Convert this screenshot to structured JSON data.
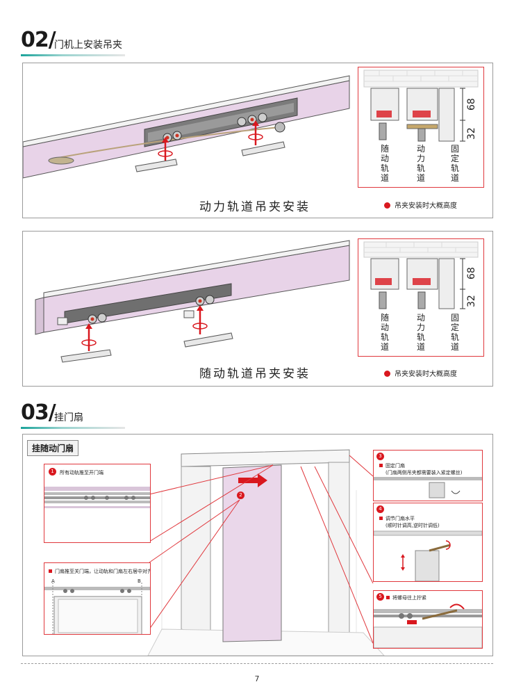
{
  "section2": {
    "number": "02/",
    "title": "门机上安装吊夹",
    "panel1": {
      "caption": "动力轨道吊夹安装",
      "dim_top": "68",
      "dim_bottom": "32",
      "labels": [
        "随动轨道",
        "动力轨道",
        "固定轨道"
      ],
      "legend": "吊夹安装时大概高度"
    },
    "panel2": {
      "caption": "随动轨道吊夹安装",
      "dim_top": "68",
      "dim_bottom": "32",
      "labels": [
        "随动轨道",
        "动力轨道",
        "固定轨道"
      ],
      "legend": "吊夹安装时大概高度"
    }
  },
  "section3": {
    "number": "03/",
    "title": "挂门扇",
    "panel_title": "挂随动门扇",
    "steps": [
      {
        "num": "1",
        "text": "所有动轨推至开门端"
      },
      {
        "num": "2",
        "text": ""
      },
      {
        "num": "",
        "text": "门扇推至关门端，让动轨和门扇左右居中对齐",
        "marks": [
          "A",
          "B"
        ]
      },
      {
        "num": "3",
        "text": "固定门扇",
        "sub": "(门扇两侧吊夹都需要装入紧定螺丝)"
      },
      {
        "num": "4",
        "text": "调节门扇水平",
        "sub": "(顺时针调高,逆时针调低)"
      },
      {
        "num": "5",
        "text": "将螺母往上拧紧"
      }
    ]
  },
  "page_number": "7",
  "colors": {
    "accent_red": "#d9181f",
    "track_pink": "#e8d3e8",
    "teal": "#1aa39a"
  }
}
